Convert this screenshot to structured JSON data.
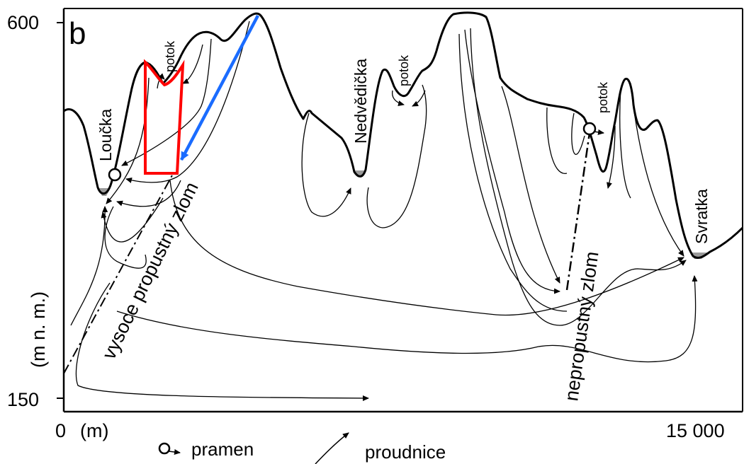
{
  "panel_label": "b",
  "axes": {
    "y_max_label": "600",
    "y_min_label": "150",
    "y_unit": "(m n. m.)",
    "x_min_label": "0",
    "x_unit": "(m)",
    "x_max_label": "15 000"
  },
  "rivers": {
    "loucka": "Loučka",
    "nedvedicka": "Nedvědička",
    "svratka": "Svratka"
  },
  "streams": {
    "potok_1": "potok",
    "potok_2": "potok",
    "potok_3": "potok"
  },
  "faults": {
    "high_permeable": "vysoce propustný zlom",
    "impermeable": "nepropustný zlom"
  },
  "legend": {
    "spring": "pramen",
    "flowline": "proudnice"
  },
  "colors": {
    "profile": "#000000",
    "highlight_box": "#ff0000",
    "highlight_arrow": "#1a6cff",
    "water": "#9a9a9a"
  }
}
